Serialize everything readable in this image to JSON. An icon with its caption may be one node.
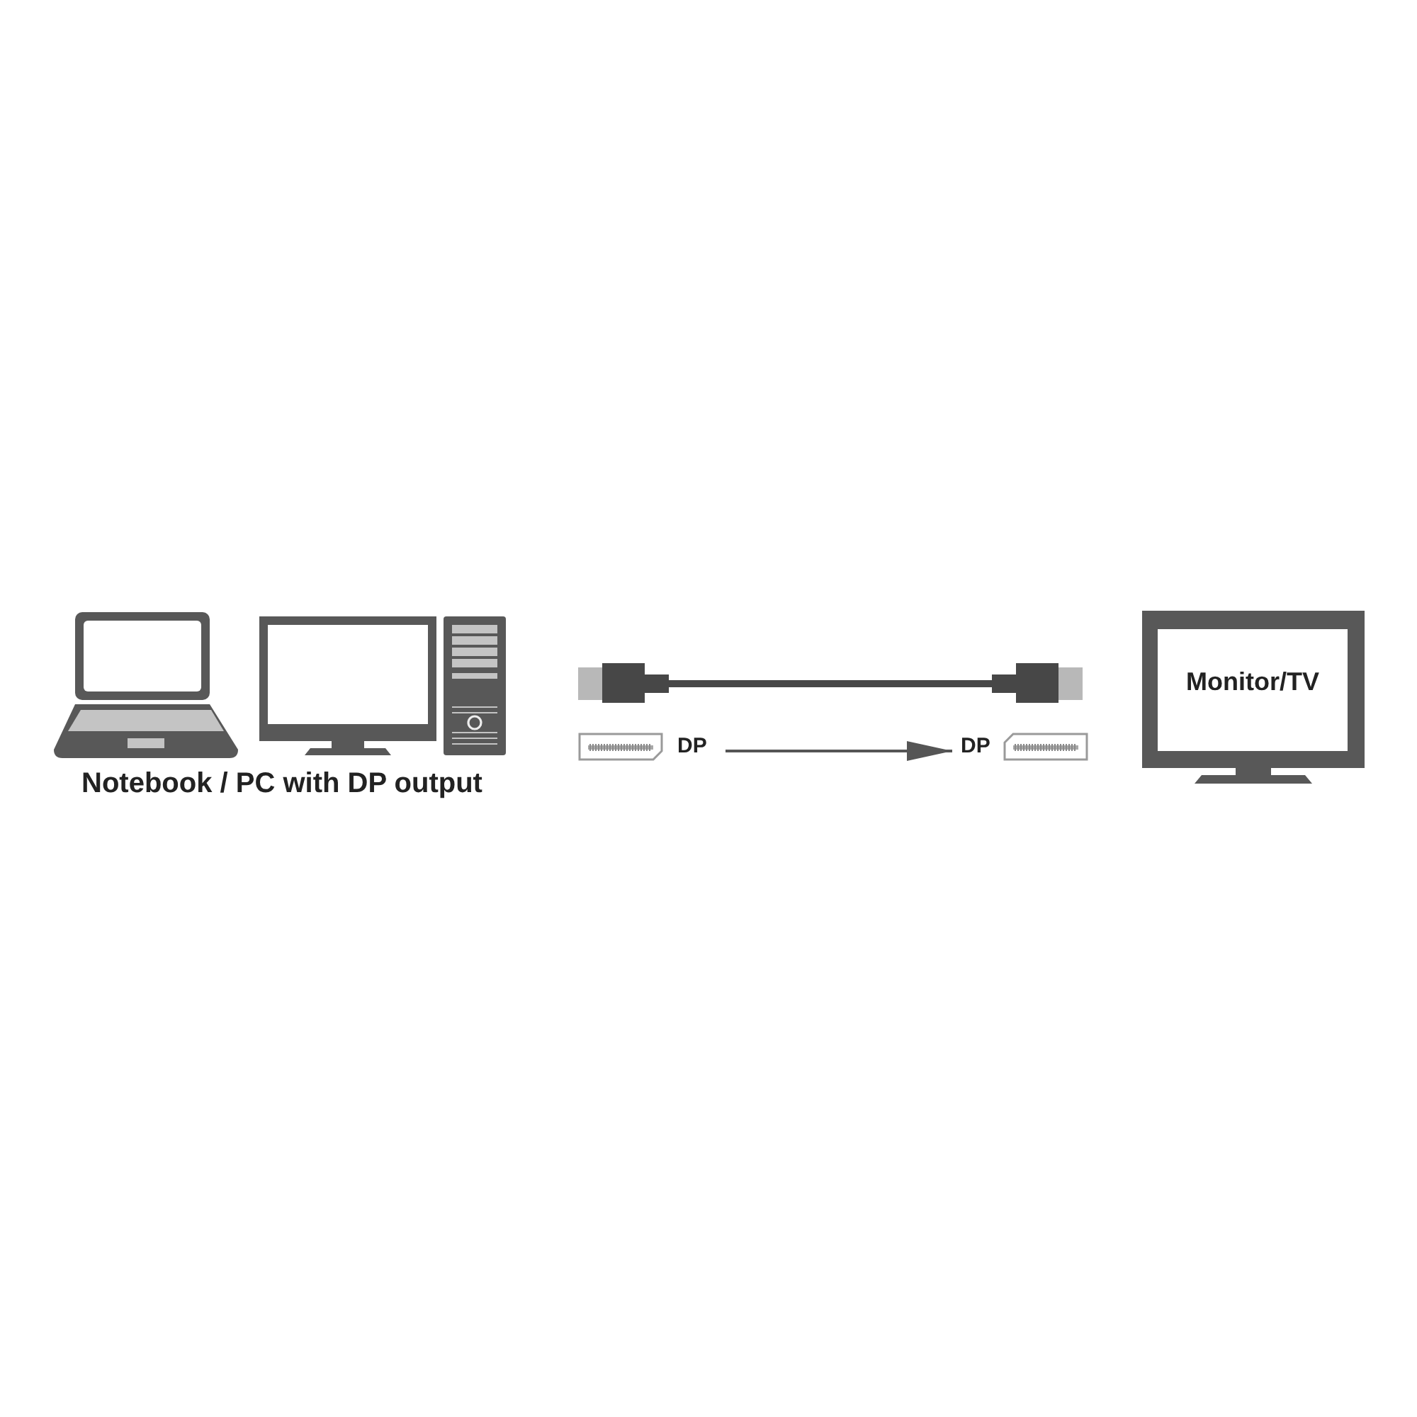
{
  "diagram": {
    "nodes": [
      {
        "text": [
          "Notebook / PC with DP output"
        ]
      },
      {
        "text": [
          "DP"
        ]
      },
      {
        "text": [
          "DP"
        ]
      },
      {
        "text": [
          "Monitor/TV"
        ]
      }
    ],
    "edges": [
      {
        "from": 1,
        "to": 2,
        "arrow": "to"
      }
    ]
  }
}
